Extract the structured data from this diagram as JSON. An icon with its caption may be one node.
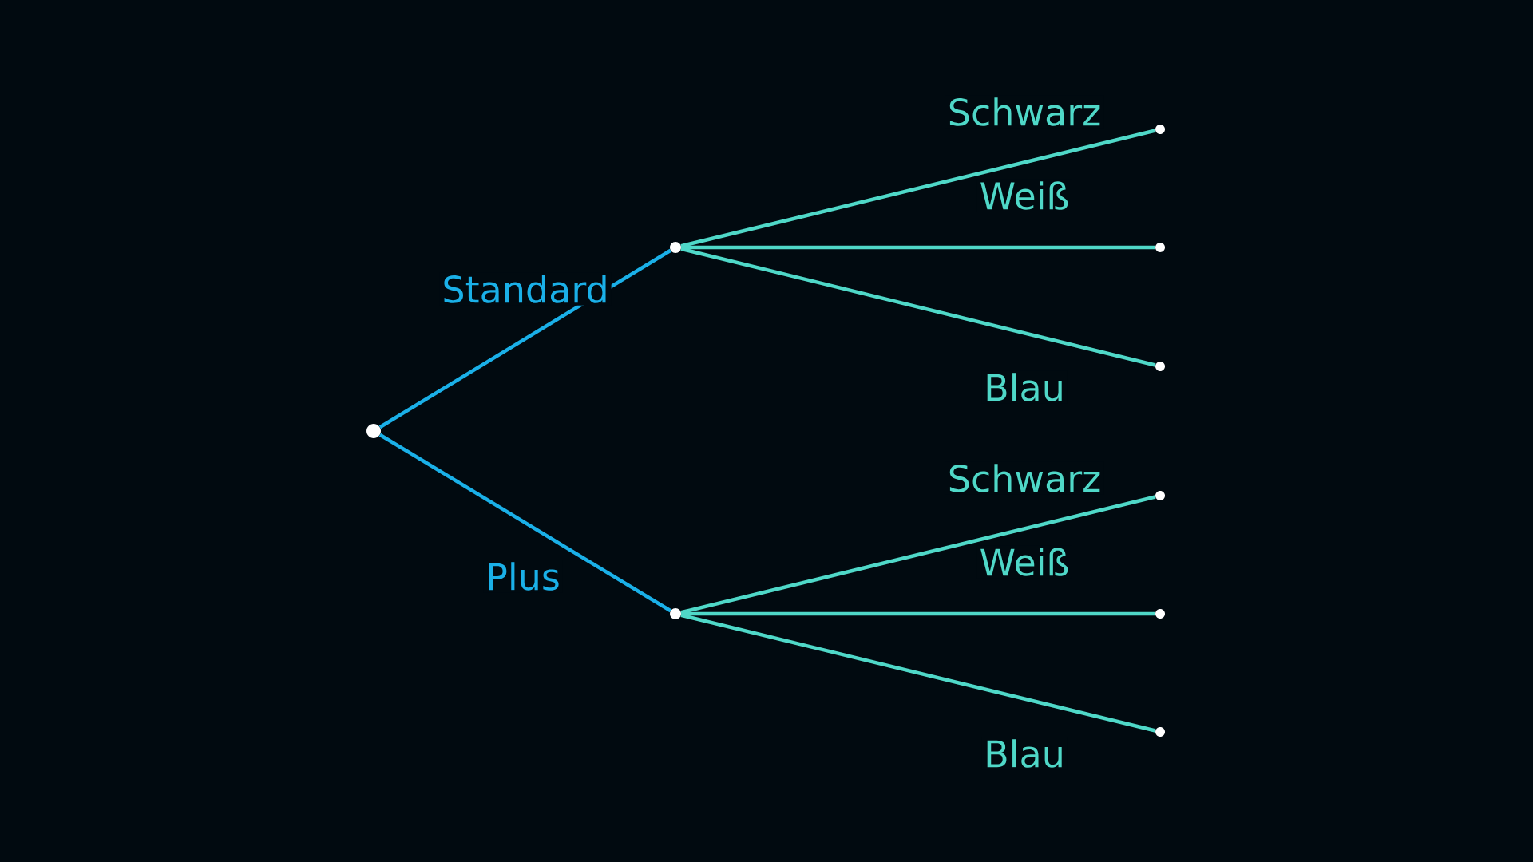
{
  "diagram": {
    "nodes": [
      {
        "text": [],
        "shape": "circle"
      },
      {
        "text": [],
        "shape": "circle"
      },
      {
        "text": [],
        "shape": "circle"
      },
      {
        "text": [],
        "shape": "circle"
      },
      {
        "text": [],
        "shape": "circle"
      },
      {
        "text": [],
        "shape": "circle"
      },
      {
        "text": [],
        "shape": "circle"
      },
      {
        "text": [],
        "shape": "circle"
      },
      {
        "text": [],
        "shape": "circle"
      }
    ],
    "edges": [
      {
        "from": 0,
        "to": 1,
        "arrow": "none",
        "label": "Standard",
        "color": "#1ab0e8"
      },
      {
        "from": 0,
        "to": 2,
        "arrow": "none",
        "label": "Plus",
        "color": "#1ab0e8"
      },
      {
        "from": 1,
        "to": 3,
        "arrow": "none",
        "label": "Schwarz"
      },
      {
        "from": 1,
        "to": 4,
        "arrow": "none",
        "label": "Weiß"
      },
      {
        "from": 1,
        "to": 5,
        "arrow": "none",
        "label": "Blau"
      },
      {
        "from": 2,
        "to": 6,
        "arrow": "none",
        "label": "Schwarz"
      },
      {
        "from": 2,
        "to": 7,
        "arrow": "none",
        "label": "Weiß"
      },
      {
        "from": 2,
        "to": 8,
        "arrow": "none",
        "label": "Blau"
      }
    ]
  }
}
